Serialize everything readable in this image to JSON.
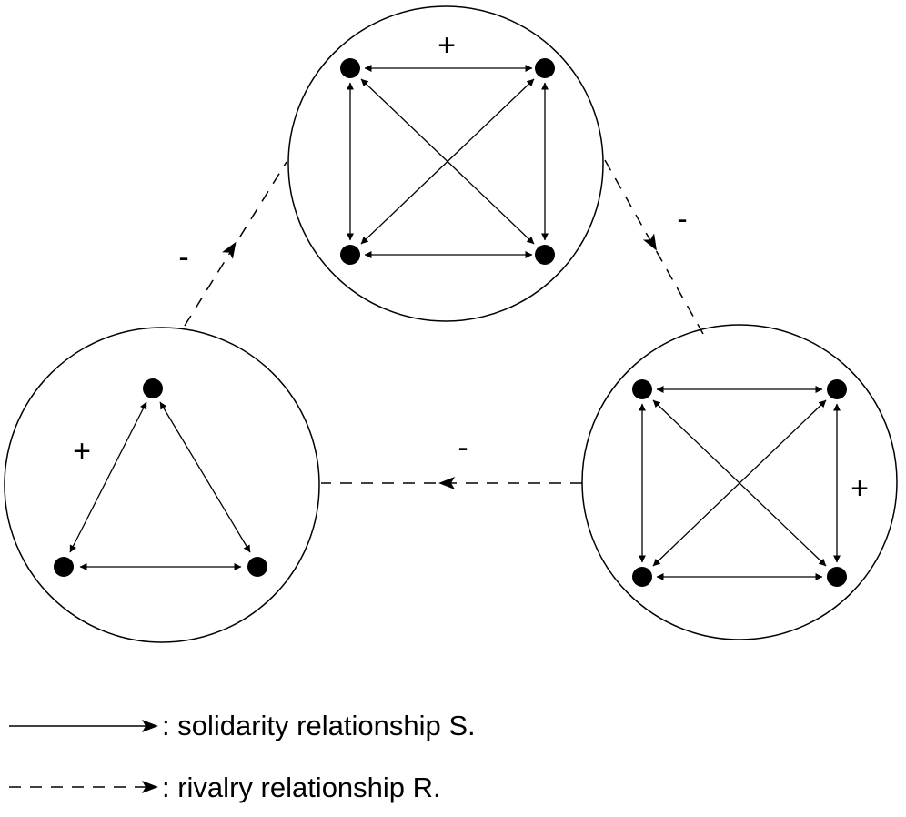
{
  "groups": [
    {
      "id": "top",
      "sign": "+",
      "members": 4
    },
    {
      "id": "left",
      "sign": "+",
      "members": 3
    },
    {
      "id": "right",
      "sign": "+",
      "members": 4
    }
  ],
  "rivalries": [
    {
      "from": "left",
      "to": "top",
      "sign": "-"
    },
    {
      "from": "top",
      "to": "right",
      "sign": "-"
    },
    {
      "from": "right",
      "to": "left",
      "sign": "-"
    }
  ],
  "legend": {
    "solidarity": ": solidarity relationship S.",
    "rivalry": ": rivalry relationship R."
  }
}
